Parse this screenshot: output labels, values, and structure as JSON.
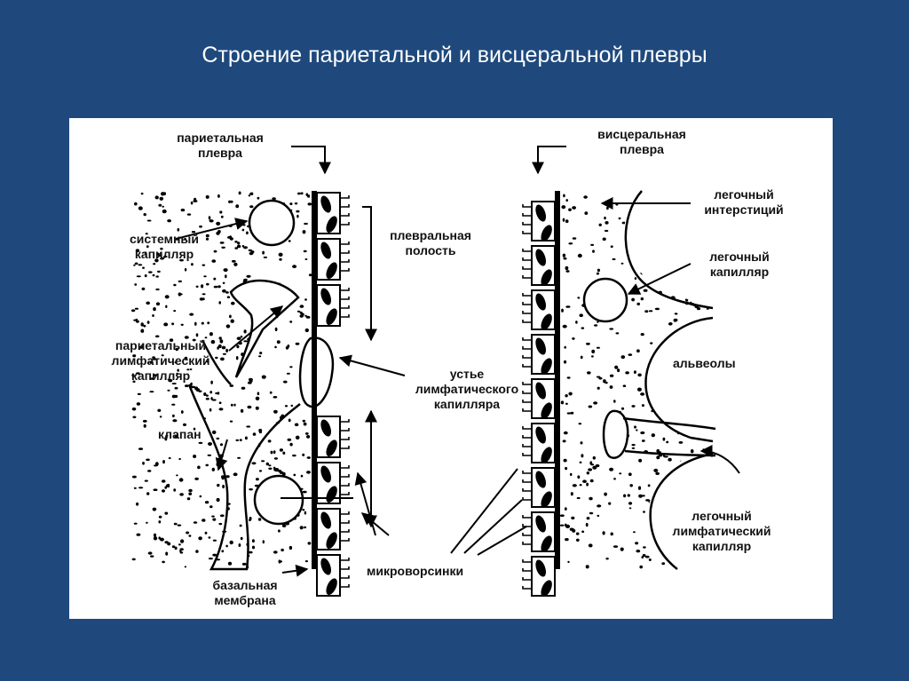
{
  "title": "Строение париетальной и висцеральной плевры",
  "labels": {
    "parietal_pleura": "париетальная\nплевра",
    "visceral_pleura": "висцеральная\nплевра",
    "systemic_capillary": "системный\nкапилляр",
    "pleural_cavity": "плевральная\nполость",
    "parietal_lymph_capillary": "париетальный\nлимфатический\nкапилляр",
    "lymph_capillary_mouth": "устье\nлимфатического\nкапилляра",
    "valve": "клапан",
    "basal_membrane": "базальная\nмембрана",
    "microvilli": "микроворсинки",
    "lung_interstitium": "легочный\nинтерстиций",
    "lung_capillary": "легочный\nкапилляр",
    "alveoli": "альвеолы",
    "lung_lymph_capillary": "легочный\nлимфатический\nкапилляр"
  }
}
